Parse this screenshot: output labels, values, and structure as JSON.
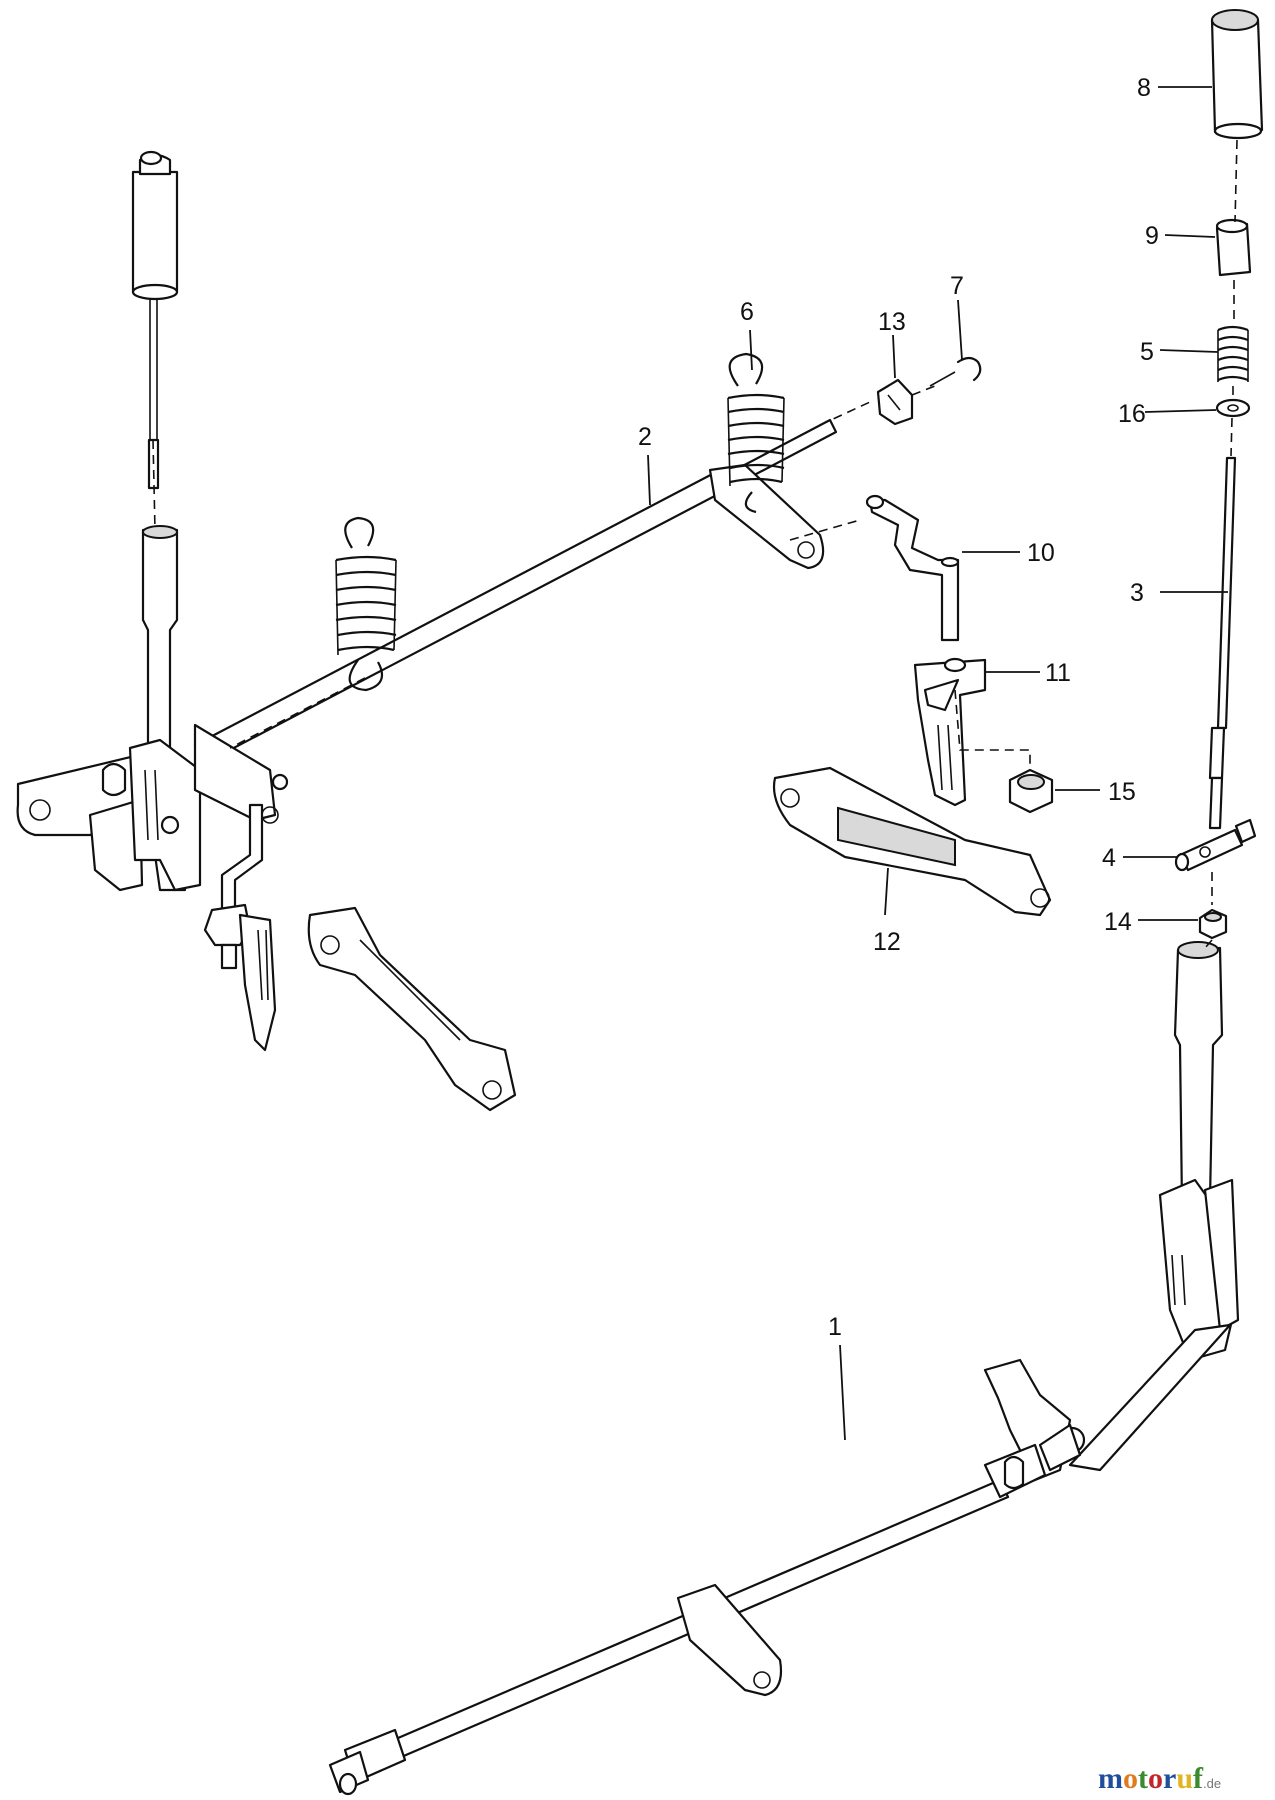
{
  "callouts": [
    {
      "id": "c1",
      "label": "1"
    },
    {
      "id": "c2",
      "label": "2"
    },
    {
      "id": "c3",
      "label": "3"
    },
    {
      "id": "c4",
      "label": "4"
    },
    {
      "id": "c5",
      "label": "5"
    },
    {
      "id": "c6",
      "label": "6"
    },
    {
      "id": "c7",
      "label": "7"
    },
    {
      "id": "c8",
      "label": "8"
    },
    {
      "id": "c9",
      "label": "9"
    },
    {
      "id": "c10",
      "label": "10"
    },
    {
      "id": "c11",
      "label": "11"
    },
    {
      "id": "c12",
      "label": "12"
    },
    {
      "id": "c13",
      "label": "13"
    },
    {
      "id": "c14",
      "label": "14"
    },
    {
      "id": "c15",
      "label": "15"
    },
    {
      "id": "c16",
      "label": "16"
    }
  ],
  "watermark": {
    "letters": [
      {
        "ch": "m",
        "color": "#1f4e9c"
      },
      {
        "ch": "o",
        "color": "#e07a1f"
      },
      {
        "ch": "t",
        "color": "#3a8a2e"
      },
      {
        "ch": "o",
        "color": "#c0262d"
      },
      {
        "ch": "r",
        "color": "#1f4e9c"
      },
      {
        "ch": "u",
        "color": "#e0b51f"
      },
      {
        "ch": "f",
        "color": "#3a8a2e"
      }
    ],
    "suffix": ".de"
  }
}
